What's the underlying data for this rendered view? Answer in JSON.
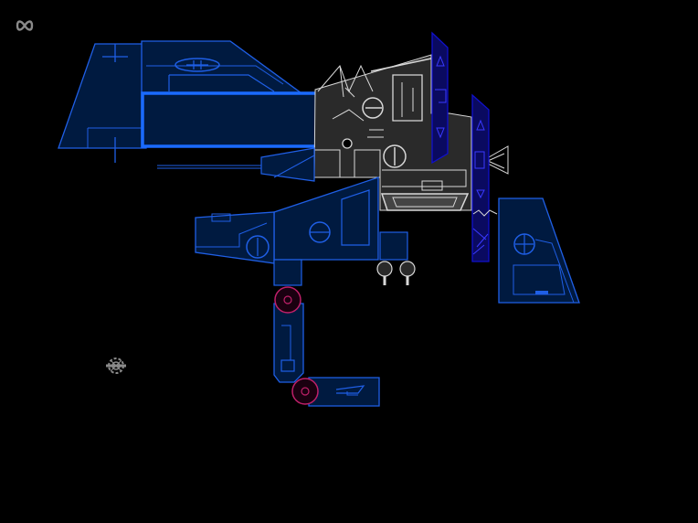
{
  "app": {
    "infinity_icon": "infinity-icon",
    "settings_icon": "gear-icon"
  },
  "colors": {
    "background": "#000000",
    "part_fill": "#001a40",
    "part_stroke": "#1f5fe6",
    "selected_stroke": "#1a6bff",
    "deep_blue": "#1010cc",
    "metal_fill": "#2a2a2a",
    "metal_stroke": "#d8d8d8",
    "joint": "#c0206a",
    "icon_gray": "#8a8a8a"
  },
  "parts": {
    "wing": "left-wing-panel",
    "cockpit": "cockpit-hull",
    "selected": "selected-cargo-bay",
    "core": "core-machinery",
    "fin_a": "fin-antenna-a",
    "fin_b": "fin-antenna-b",
    "lower_hull": "lower-hull-cannon",
    "rear_fin": "rear-right-fin",
    "arm": "jointed-arm",
    "claw": "arm-claw"
  }
}
